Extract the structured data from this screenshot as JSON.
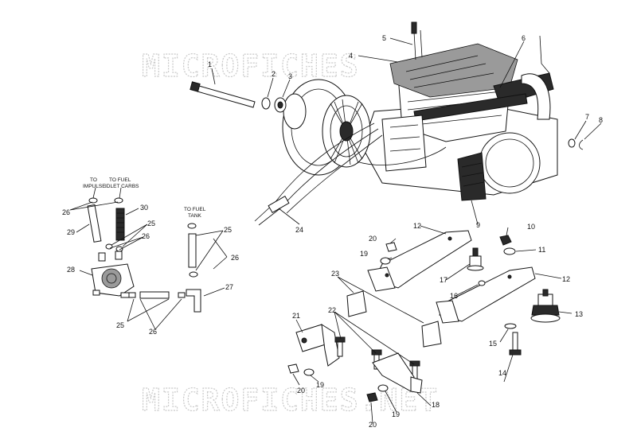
{
  "watermarks": [
    "MICROFICHES",
    "MICROFICHES.NET"
  ],
  "labels": {
    "to_impulse": [
      "TO",
      "IMPULSE"
    ],
    "to_fuel_idlet_carbs": [
      "TO FUEL",
      "IDLET CARBS"
    ],
    "to_fuel_tank": [
      "TO FUEL",
      "TANK"
    ]
  },
  "callouts": [
    "1",
    "2",
    "3",
    "4",
    "5",
    "6",
    "7",
    "8",
    "9",
    "10",
    "11",
    "12",
    "12",
    "13",
    "14",
    "15",
    "16",
    "17",
    "18",
    "19",
    "19",
    "19",
    "20",
    "20",
    "20",
    "21",
    "22",
    "23",
    "24",
    "25",
    "25",
    "25",
    "26",
    "26",
    "26",
    "27",
    "28",
    "29",
    "30"
  ]
}
